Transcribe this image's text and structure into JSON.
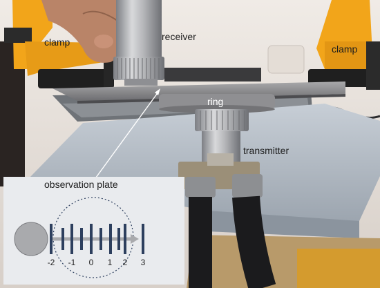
{
  "labels": {
    "clamp_left": "clamp",
    "receiver": "receiver",
    "clamp_right": "clamp",
    "ring": "ring",
    "transmitter": "transmitter",
    "observation_plate": "observation plate"
  },
  "inset": {
    "tick_labels": [
      "-2",
      "-1",
      "0",
      "1",
      "2",
      "3"
    ]
  },
  "colors": {
    "clamp_orange": "#f2a51a",
    "background_wall": "#ece5e0",
    "metal": "#a8a8aa",
    "plate_bars": "#2d3f5e",
    "inset_bg": "#e9ebee"
  }
}
